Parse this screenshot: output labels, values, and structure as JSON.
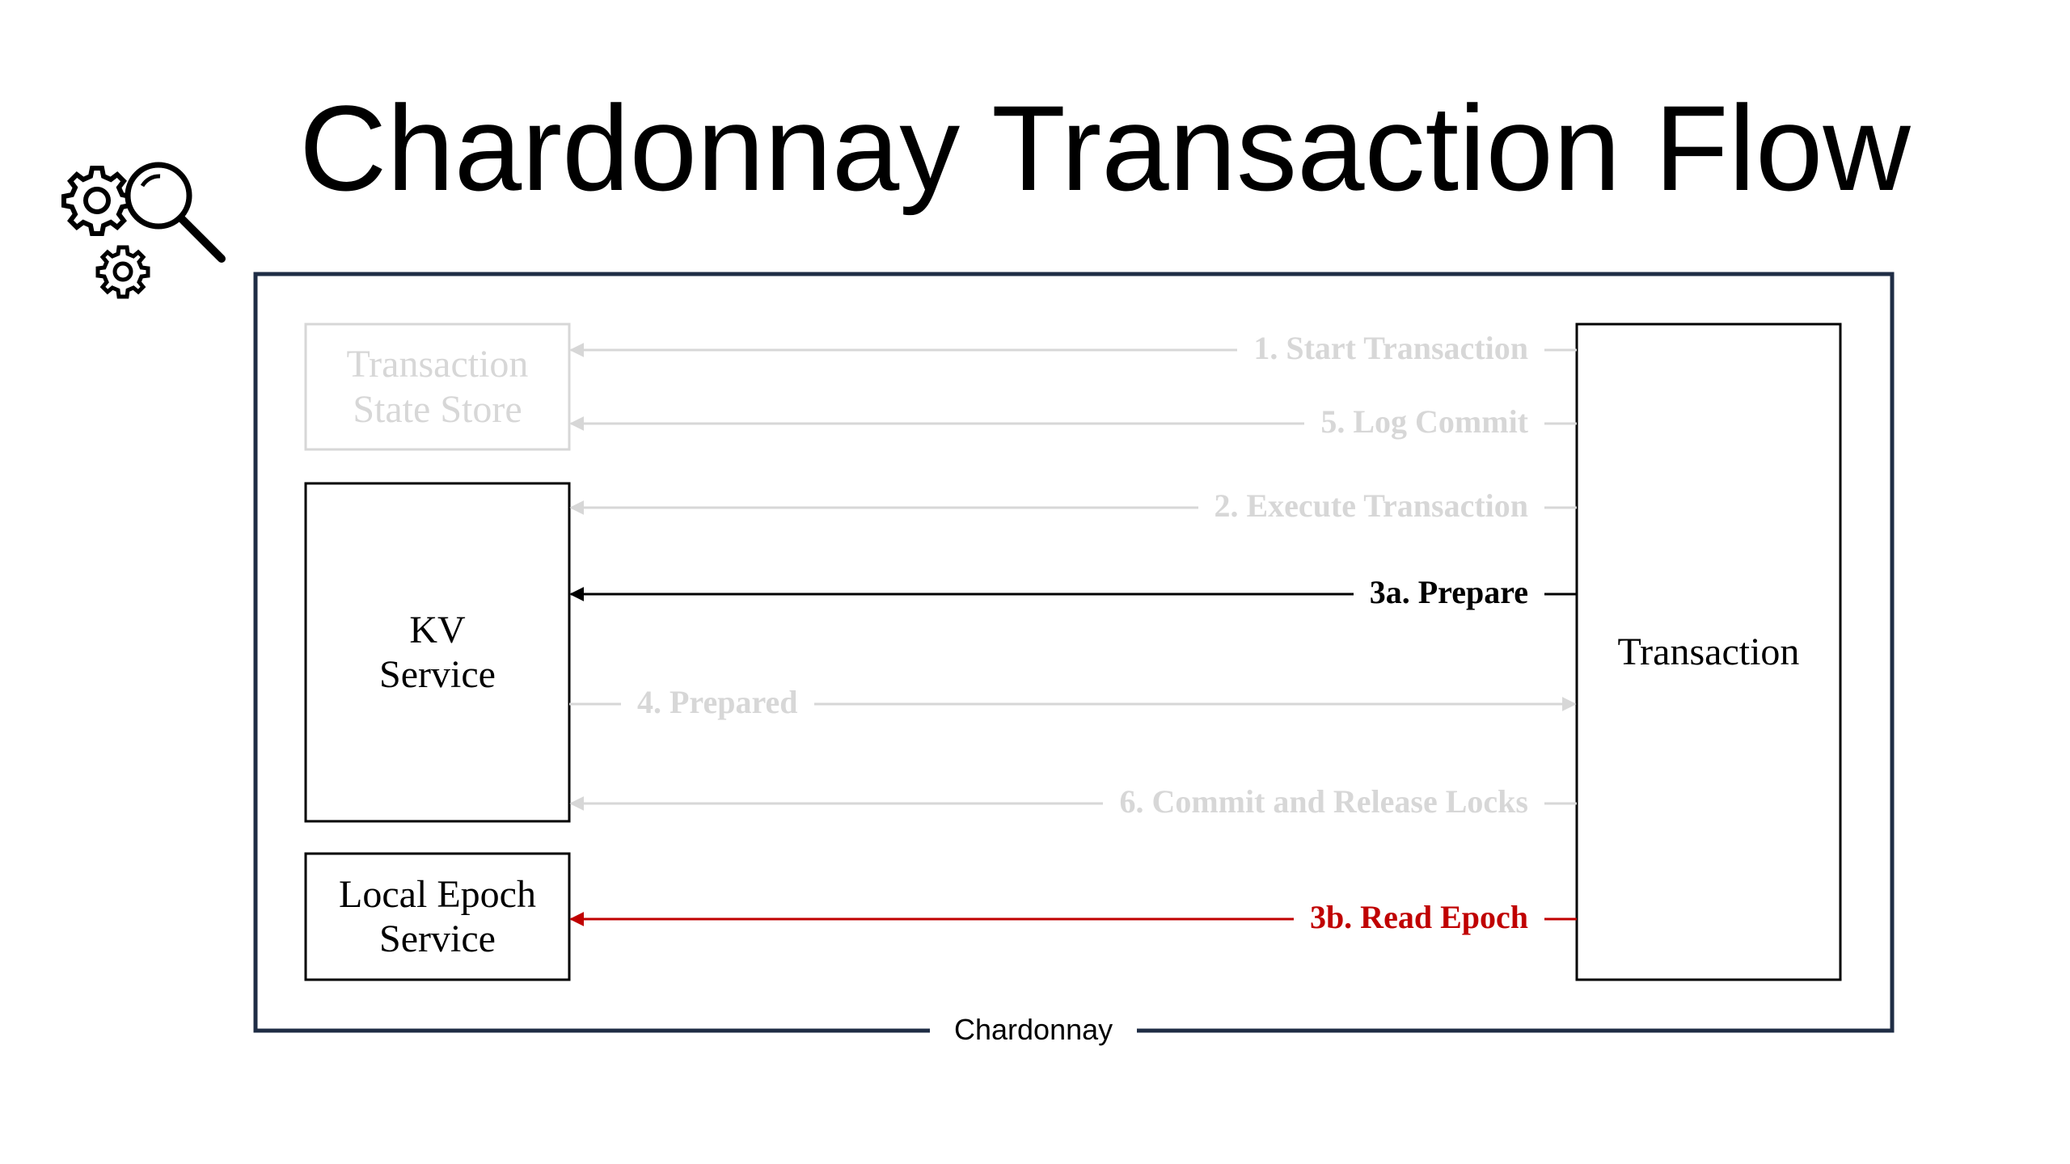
{
  "title": "Chardonnay Transaction Flow",
  "logo_icon": "gears-magnifier-icon",
  "frame_label": "Chardonnay",
  "boxes": {
    "state_store": {
      "line1": "Transaction",
      "line2": "State Store"
    },
    "kv": {
      "line1": "KV",
      "line2": "Service"
    },
    "epoch": {
      "line1": "Local Epoch",
      "line2": "Service"
    },
    "transaction": {
      "line1": "Transaction"
    }
  },
  "arrows": {
    "start": "1. Start Transaction",
    "log_commit": "5. Log Commit",
    "execute": "2. Execute Transaction",
    "prepare": "3a. Prepare",
    "prepared": "4. Prepared",
    "commit_release": "6. Commit and Release Locks",
    "read_epoch": "3b. Read Epoch"
  },
  "colors": {
    "frame": "#1f2d45",
    "faded": "#d7d7d7",
    "active": "#000000",
    "highlight": "#c00000"
  }
}
